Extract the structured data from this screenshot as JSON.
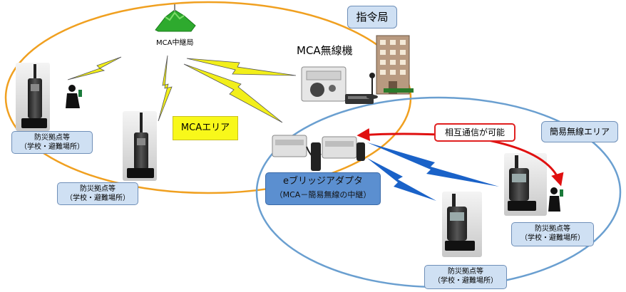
{
  "command_station": "指令局",
  "mca_relay": "MCA中継局",
  "mca_radio": "MCA無線機",
  "mca_area": "MCAエリア",
  "simple_radio_area": "簡易無線エリア",
  "intercom": "相互通信が可能",
  "adapter": {
    "title": "eブリッジアダプタ",
    "subtitle": "（MCA－簡易無線の中継）"
  },
  "base_label": {
    "line1": "防災拠点等",
    "line2": "（学校・避難場所）"
  },
  "colors": {
    "mca_ellipse": "#f0a020",
    "simple_ellipse": "#6a9fd0",
    "lightning_mca": "#f2ef1a",
    "lightning_simple": "#1a62c8",
    "mca_area_fill": "#f8f81a",
    "label_box": "#cfe0f3",
    "adapter_box": "#5b8fd0",
    "intercom_border": "#e02020",
    "arrow": "#e01010"
  },
  "icons": [
    "mountain-relay-icon",
    "building-icon",
    "handheld-radio-icon",
    "person-icon",
    "desk-console-icon",
    "microphone-icon",
    "bridge-adapter-icon"
  ]
}
